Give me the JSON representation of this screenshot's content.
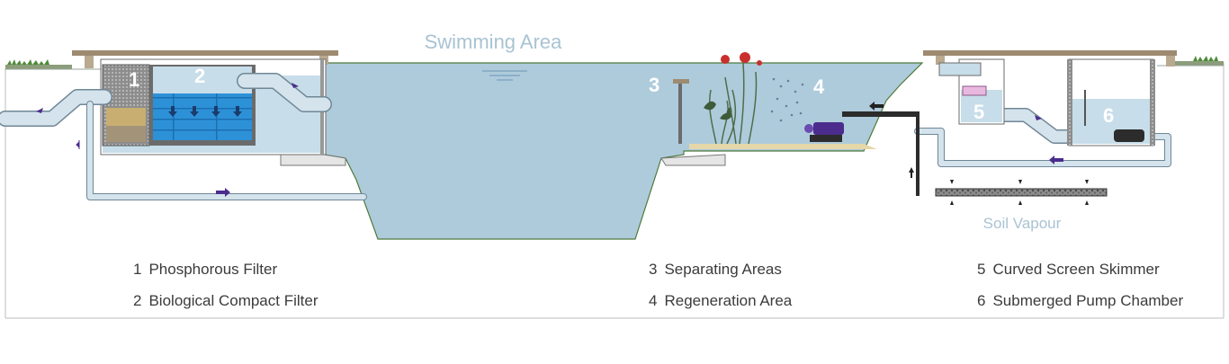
{
  "diagram": {
    "title": "Swimming Area",
    "soil_label": "Soil Vapour",
    "markers": [
      "1",
      "2",
      "3",
      "4",
      "5",
      "6"
    ]
  },
  "legend": [
    {
      "num": "1",
      "label": "Phosphorous Filter"
    },
    {
      "num": "2",
      "label": "Biological Compact Filter"
    },
    {
      "num": "3",
      "label": "Separating Areas"
    },
    {
      "num": "4",
      "label": "Regeneration Area"
    },
    {
      "num": "5",
      "label": "Curved Screen Skimmer"
    },
    {
      "num": "6",
      "label": "Submerged Pump Chamber"
    }
  ],
  "colors": {
    "water": "#aecbdc",
    "water_light": "#c7dde9",
    "pipe": "#d4e3ec",
    "pipe_edge": "#6f8796",
    "filter_blue": "#2b8fd6",
    "wood": "#9d8b71",
    "grass": "#4f8b3a",
    "pump": "#4b2c8c",
    "label_light": "#a9c3d3"
  }
}
